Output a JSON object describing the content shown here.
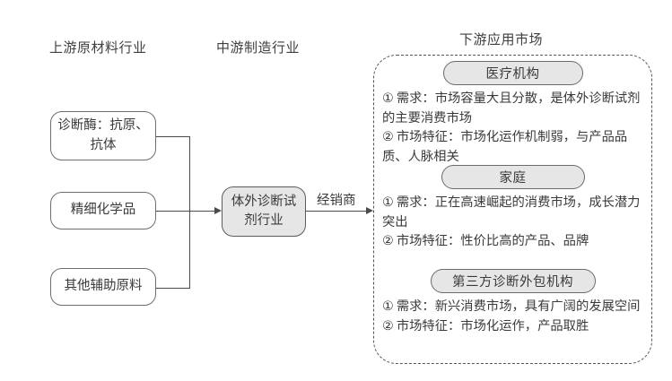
{
  "headers": {
    "upstream": "上游原材料行业",
    "midstream": "中游制造行业",
    "downstream": "下游应用市场"
  },
  "upstream_nodes": [
    {
      "id": "enzyme",
      "label": "诊断酶：抗原、抗体"
    },
    {
      "id": "chemical",
      "label": "精细化学品"
    },
    {
      "id": "other",
      "label": "其他辅助原料"
    }
  ],
  "midstream_node": {
    "label": "体外诊断试剂行业"
  },
  "flow": {
    "distributor_label": "经销商"
  },
  "market_sections": [
    {
      "id": "medical",
      "title": "医疗机构",
      "bullets": [
        {
          "num": "①",
          "text": "需求：市场容量大且分散，是体外诊断试剂的主要消费市场"
        },
        {
          "num": "②",
          "text": "市场特征：市场化运作机制弱，与产品品质、人脉相关"
        }
      ]
    },
    {
      "id": "family",
      "title": "家庭",
      "bullets": [
        {
          "num": "①",
          "text": "需求：正在高速崛起的消费市场，成长潜力突出"
        },
        {
          "num": "②",
          "text": "市场特征：性价比高的产品、品牌"
        }
      ]
    },
    {
      "id": "third",
      "title": "第三方诊断外包机构",
      "bullets": [
        {
          "num": "①",
          "text": "需求：新兴消费市场，具有广阔的发展空间"
        },
        {
          "num": "②",
          "text": "市场特征：市场化运作，产品取胜"
        }
      ]
    }
  ],
  "colors": {
    "fill_gray": "#e6e6e6",
    "border_gray": "#6b6b6b",
    "text": "#3a3a3a",
    "line": "#4a4a4a",
    "background": "#ffffff"
  }
}
